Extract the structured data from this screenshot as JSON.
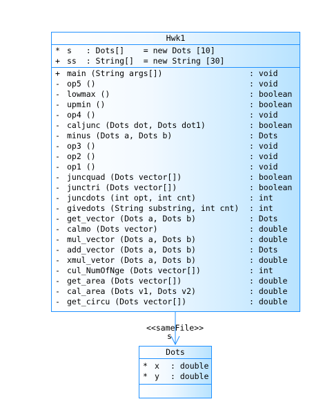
{
  "hwk1": {
    "name": "Hwk1",
    "attributes": [
      {
        "vis": "*",
        "text": "s   : Dots[]    = new Dots [10]"
      },
      {
        "vis": "+",
        "text": "ss  : String[]  = new String [30]"
      }
    ],
    "methods": [
      {
        "vis": "+",
        "name": "main (String args[])",
        "type": ": void"
      },
      {
        "vis": "-",
        "name": "op5 ()",
        "type": ": void"
      },
      {
        "vis": "-",
        "name": "lowmax ()",
        "type": ": boolean"
      },
      {
        "vis": "-",
        "name": "upmin ()",
        "type": ": boolean"
      },
      {
        "vis": "-",
        "name": "op4 ()",
        "type": ": void"
      },
      {
        "vis": "-",
        "name": "caljunc (Dots dot, Dots dot1)",
        "type": ": boolean"
      },
      {
        "vis": "-",
        "name": "minus (Dots a, Dots b)",
        "type": ": Dots"
      },
      {
        "vis": "-",
        "name": "op3 ()",
        "type": ": void"
      },
      {
        "vis": "-",
        "name": "op2 ()",
        "type": ": void"
      },
      {
        "vis": "-",
        "name": "op1 ()",
        "type": ": void"
      },
      {
        "vis": "-",
        "name": "juncquad (Dots vector[])",
        "type": ": boolean"
      },
      {
        "vis": "-",
        "name": "junctri (Dots vector[])",
        "type": ": boolean"
      },
      {
        "vis": "-",
        "name": "juncdots (int opt, int cnt)",
        "type": ": int"
      },
      {
        "vis": "-",
        "name": "givedots (String substring, int cnt)",
        "type": ": int"
      },
      {
        "vis": "-",
        "name": "get_vector (Dots a, Dots b)",
        "type": ": Dots"
      },
      {
        "vis": "-",
        "name": "calmo (Dots vector)",
        "type": ": double"
      },
      {
        "vis": "-",
        "name": "mul_vector (Dots a, Dots b)",
        "type": ": double"
      },
      {
        "vis": "-",
        "name": "add_vector (Dots a, Dots b)",
        "type": ": Dots"
      },
      {
        "vis": "-",
        "name": "xmul_vetor (Dots a, Dots b)",
        "type": ": double"
      },
      {
        "vis": "-",
        "name": "cul_NumOfNge (Dots vector[])",
        "type": ": int"
      },
      {
        "vis": "-",
        "name": "get_area (Dots vector[])",
        "type": ": double"
      },
      {
        "vis": "-",
        "name": "cal_area (Dots v1, Dots v2)",
        "type": ": double"
      },
      {
        "vis": "-",
        "name": "get_circu (Dots vector[])",
        "type": ": double"
      }
    ]
  },
  "dots": {
    "name": "Dots",
    "attributes": [
      {
        "vis": "*",
        "name": "x",
        "type": ": double"
      },
      {
        "vis": "*",
        "name": "y",
        "type": ": double"
      }
    ]
  },
  "association": {
    "stereotype": "<<sameFile>>",
    "role": "s"
  },
  "colors": {
    "border": "#1e90ff",
    "fill_light": "#ffffff",
    "fill_dark": "#b8e3ff"
  }
}
